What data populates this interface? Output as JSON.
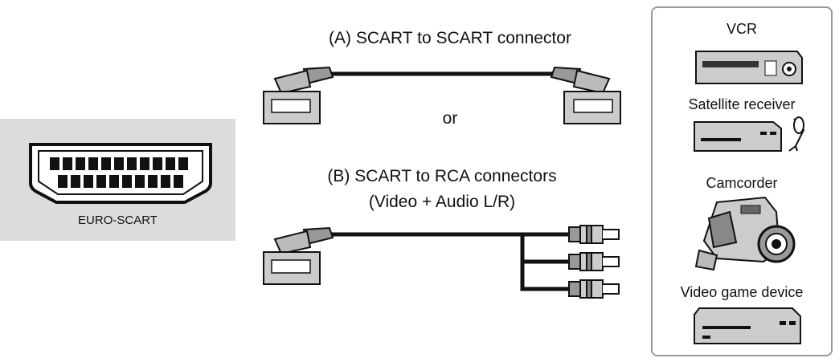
{
  "euro_scart": {
    "label": "EURO-SCART"
  },
  "cable_a": {
    "label": "(A) SCART to SCART connector"
  },
  "separator": {
    "label": "or"
  },
  "cable_b": {
    "label_line1": "(B) SCART to RCA connectors",
    "label_line2": "(Video + Audio L/R)"
  },
  "devices": {
    "vcr": "VCR",
    "satellite": "Satellite receiver",
    "camcorder": "Camcorder",
    "game": "Video game device"
  }
}
